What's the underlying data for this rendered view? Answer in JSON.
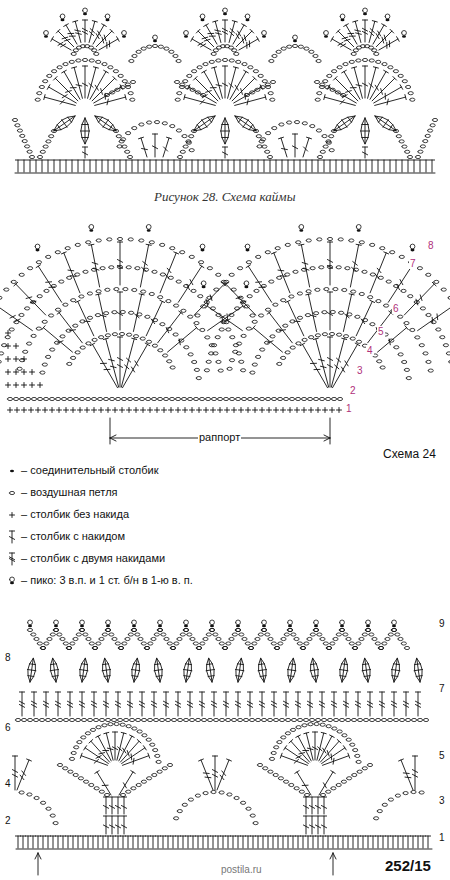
{
  "diagram": {
    "caption": "Рисунок 28. Схема каймы",
    "labels": [
      "8",
      "7",
      "6",
      "5",
      "4",
      "3",
      "2",
      "1",
      "раппорт",
      "Схема 24",
      "9",
      "8",
      "7",
      "6",
      "5",
      "4",
      "3",
      "2",
      "1",
      "252/15",
      "postila.ru"
    ],
    "legend": [
      {
        "text": "– соединительный столбик"
      },
      {
        "text": "– воздушная петля"
      },
      {
        "text": "– столбик без накида"
      },
      {
        "text": "– столбик с накидом"
      },
      {
        "text": "– столбик с двумя накидами"
      },
      {
        "text": "– пико: 3 в.п. и 1 ст. б/н в 1-ю в. п."
      }
    ]
  }
}
